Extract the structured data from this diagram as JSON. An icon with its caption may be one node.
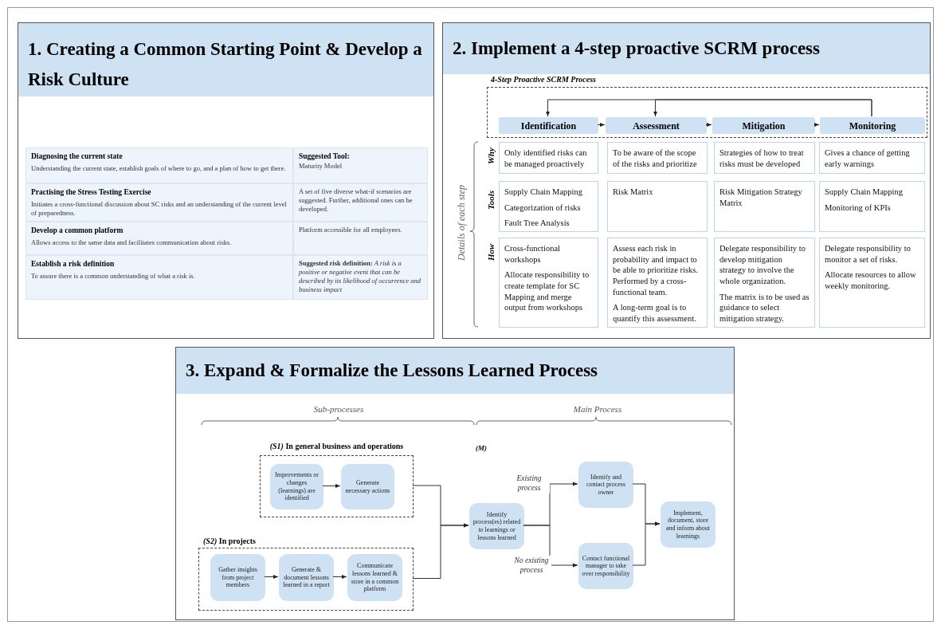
{
  "diagram": {
    "nodes": [
      {
        "text": [
          "1. Creating a Common Starting Point & Develop a Risk Culture"
        ]
      },
      {
        "text": [
          "2. Implement a 4-step proactive SCRM process"
        ]
      },
      {
        "text": [
          "4-Step Proactive SCRM Process"
        ],
        "in": 1
      },
      {
        "text": [
          "Identification"
        ],
        "in": 2
      },
      {
        "text": [
          "Assessment"
        ],
        "in": 2
      },
      {
        "text": [
          "Mitigation"
        ],
        "in": 2
      },
      {
        "text": [
          "Monitoring"
        ],
        "in": 2
      },
      {
        "text": [
          "Only identified risks can be managed proactively"
        ],
        "in": 1
      },
      {
        "text": [
          "To be aware of the scope of the risks and prioritize"
        ],
        "in": 1
      },
      {
        "text": [
          "Strategies of how to treat risks must be developed"
        ],
        "in": 1
      },
      {
        "text": [
          "Gives a chance of getting early warnings"
        ],
        "in": 1
      },
      {
        "text": [
          "Supply Chain Mapping",
          "Categorization of risks",
          "Fault Tree Analysis"
        ],
        "in": 1
      },
      {
        "text": [
          "Risk Matrix"
        ],
        "in": 1
      },
      {
        "text": [
          "Risk Mitigation Strategy Matrix"
        ],
        "in": 1
      },
      {
        "text": [
          "Supply Chain Mapping",
          "Monitoring of KPIs"
        ],
        "in": 1
      },
      {
        "text": [
          "Cross-functional workshops",
          "Allocate responsibility to create template for SC Mapping and merge output from workshops"
        ],
        "in": 1
      },
      {
        "text": [
          "Assess each risk in probability and impact to be able to prioritize risks. Performed by a cross-functional team.",
          "A long-term goal is to quantify this assessment."
        ],
        "in": 1
      },
      {
        "text": [
          "Delegate responsibility to develop mitigation strategy to involve the whole organization.",
          "The matrix is to be used as guidance to select mitigation strategy."
        ],
        "in": 1
      },
      {
        "text": [
          "Delegate responsibility to monitor a set of risks.",
          "Allocate resources to allow weekly monitoring."
        ],
        "in": 1
      },
      {
        "text": [
          "3. Expand & Formalize the Lessons Learned Process"
        ]
      },
      {
        "text": [
          "*(S1)* In general business and operations"
        ],
        "in": 19
      },
      {
        "text": [
          "Improvements or changes (learnings) are identified"
        ],
        "in": 20
      },
      {
        "text": [
          "Generate necessary actions"
        ],
        "in": 20
      },
      {
        "text": [
          "*(S2)* In projects"
        ],
        "in": 19
      },
      {
        "text": [
          "Gather insights from project members"
        ],
        "in": 23
      },
      {
        "text": [
          "Generate & document lessons learned in a report"
        ],
        "in": 23
      },
      {
        "text": [
          "Communicate lessons learned & store in a common platform"
        ],
        "in": 23
      },
      {
        "text": [
          "Identify process(es) related to learnings or lessons learned"
        ],
        "in": 19
      },
      {
        "text": [
          "Identify and contact process owner"
        ],
        "in": 19
      },
      {
        "text": [
          "Contact functional manager to take over responsibility"
        ],
        "in": 19
      },
      {
        "text": [
          "Implement, document, store and inform about learnings"
        ],
        "in": 19
      }
    ],
    "edges": [
      {
        "from": 3,
        "to": 4,
        "arrow": "to"
      },
      {
        "from": 4,
        "to": 5,
        "arrow": "to"
      },
      {
        "from": 5,
        "to": 6,
        "arrow": "to"
      },
      {
        "from": 6,
        "to": 3,
        "arrow": "to"
      },
      {
        "from": 6,
        "to": 4,
        "arrow": "to"
      },
      {
        "from": 21,
        "to": 22,
        "arrow": "to"
      },
      {
        "from": 24,
        "to": 25,
        "arrow": "to"
      },
      {
        "from": 25,
        "to": 26,
        "arrow": "to"
      },
      {
        "from": 20,
        "to": 27,
        "arrow": "to"
      },
      {
        "from": 23,
        "to": 27,
        "arrow": "to"
      },
      {
        "from": 27,
        "to": 28,
        "arrow": "to",
        "label": "Existing process"
      },
      {
        "from": 27,
        "to": 29,
        "arrow": "to",
        "label": "No existing process"
      },
      {
        "from": 28,
        "to": 30,
        "arrow": "to"
      },
      {
        "from": 29,
        "to": 30,
        "arrow": "to"
      }
    ],
    "labels": [
      "Diagnosing the current state",
      "Understanding the current state, establish goals of where to go, and a plan of how to get there.",
      "Suggested Tool:",
      "Maturity Model",
      "Practising the Stress Testing Exercise",
      "Initiates a cross-functional discussion about SC risks and an understanding of the current level of preparedness.",
      "A set of five diverse what-if scenarios are suggested. Further, additional ones can be developed.",
      "Develop a common platform",
      "Allows access to the same data and facilitates communication about risks.",
      "Platform accessible for all employees.",
      "Establish a risk definition",
      "To assure there is a common understanding of what a risk is.",
      "**Suggested risk definition:** *A risk is a positive or negative event that can be described by its likelihood of occurrence and business impact*",
      "Details of each step",
      "Why",
      "Tools",
      "How",
      "Sub-processes",
      "Main Process",
      "(M)"
    ]
  }
}
